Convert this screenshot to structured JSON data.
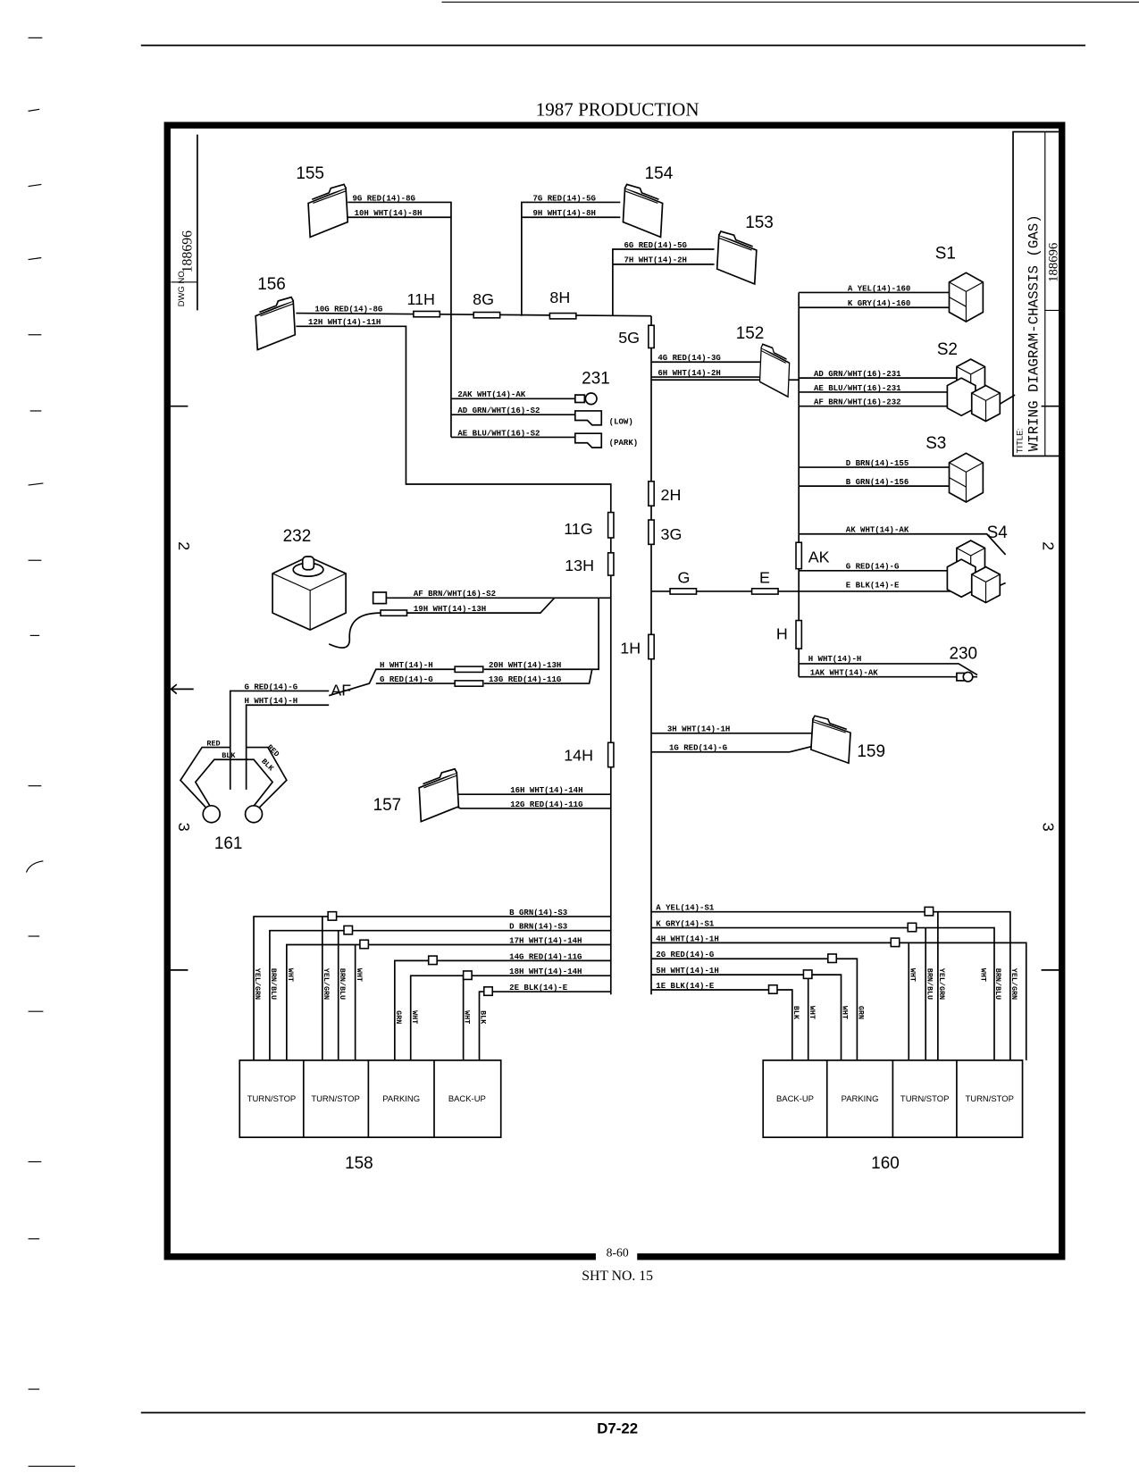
{
  "header": {
    "title": "1987 PRODUCTION"
  },
  "footer": {
    "page_ref": "8-60",
    "sheet": "SHT NO. 15",
    "page_number": "D7-22"
  },
  "title_block": {
    "title_label": "TITLE:",
    "title": "WIRING DIAGRAM-CHASSIS (GAS)",
    "drawing_number": "188696"
  },
  "left_strip": {
    "drawing_number": "188696",
    "dwg_label": "DWG NO"
  },
  "zones": {
    "left_2": "2",
    "left_3": "3",
    "right_2": "2",
    "right_3": "3"
  },
  "components": {
    "c155": "155",
    "c154": "154",
    "c153": "153",
    "c156": "156",
    "c152": "152",
    "c231": "231",
    "c232": "232",
    "c157": "157",
    "c159": "159",
    "c161": "161",
    "c230": "230",
    "c158": "158",
    "c160": "160",
    "s1": "S1",
    "s2": "S2",
    "s3": "S3",
    "s4": "S4",
    "low": "(LOW)",
    "park": "(PARK)"
  },
  "splices": {
    "s11h": "11H",
    "s8g": "8G",
    "s8h": "8H",
    "s5g": "5G",
    "s2h": "2H",
    "s3g": "3G",
    "s11g": "11G",
    "s13h": "13H",
    "s1h": "1H",
    "s14h": "14H",
    "sg": "G",
    "se": "E",
    "sak": "AK",
    "sh": "H",
    "saf": "AF"
  },
  "wires": {
    "w9g": "9G RED(14)-8G",
    "w10h": "10H WHT(14)-8H",
    "w7g": "7G RED(14)-5G",
    "w9h": "9H WHT(14)-8H",
    "w6g": "6G RED(14)-5G",
    "w7h": "7H WHT(14)-2H",
    "w10g": "10G RED(14)-8G",
    "w12h": "12H WHT(14)-11H",
    "w4g": "4G RED(14)-3G",
    "w6h": "6H WHT(14)-2H",
    "w2ak": "2AK WHT(14)-AK",
    "wad": "AD GRN/WHT(16)-S2",
    "wae": "AE BLU/WHT(16)-S2",
    "wa160": "A YEL(14)-160",
    "wk160": "K GRY(14)-160",
    "wad231": "AD GRN/WHT(16)-231",
    "wae231": "AE BLU/WHT(16)-231",
    "waf232": "AF BRN/WHT(16)-232",
    "wd155": "D BRN(14)-155",
    "wb156": "B GRN(14)-156",
    "wakak": "AK WHT(14)-AK",
    "wgg": "G RED(14)-G",
    "wee": "E BLK(14)-E",
    "whh230": "H WHT(14)-H",
    "w1ak": "1AK WHT(14)-AK",
    "wafs2": "AF BRN/WHT(16)-S2",
    "w19h": "19H WHT(14)-13H",
    "wh_af": "H WHT(14)-H",
    "wg_af": "G RED(14)-G",
    "w20h": "20H WHT(14)-13H",
    "w13g": "13G RED(14)-11G",
    "wg161": "G RED(14)-G",
    "wh161": "H WHT(14)-H",
    "w3h": "3H WHT(14)-1H",
    "w1g": "1G RED(14)-G",
    "w16h": "16H WHT(14)-14H",
    "w12g": "12G RED(14)-11G",
    "wbs3": "B GRN(14)-S3",
    "wds3": "D BRN(14)-S3",
    "w17h": "17H WHT(14)-14H",
    "w14g": "14G RED(14)-11G",
    "w18h": "18H WHT(14)-14H",
    "w2e": "2E BLK(14)-E",
    "was1": "A YEL(14)-S1",
    "wks1": "K GRY(14)-S1",
    "w4h": "4H WHT(14)-1H",
    "w2g": "2G RED(14)-G",
    "w5h": "5H WHT(14)-1H",
    "w1e": "1E BLK(14)-E"
  },
  "lamp_wires": {
    "red": "RED",
    "blk": "BLK",
    "red2": "RED",
    "blk2": "BLK"
  },
  "lamp_158": {
    "boxes": [
      "TURN/STOP",
      "TURN/STOP",
      "PARKING",
      "BACK-UP"
    ],
    "colors": [
      "YEL/GRN",
      "BRN/BLU",
      "WHT",
      "YEL/GRN",
      "BRN/BLU",
      "WHT",
      "GRN",
      "WHT",
      "WHT",
      "BLK"
    ]
  },
  "lamp_160": {
    "boxes": [
      "BACK-UP",
      "PARKING",
      "TURN/STOP",
      "TURN/STOP"
    ],
    "colors": [
      "BLK",
      "WHT",
      "WHT",
      "GRN",
      "WHT",
      "BRN/BLU",
      "YEL/GRN",
      "WHT",
      "BRN/BLU",
      "YEL/GRN"
    ]
  }
}
